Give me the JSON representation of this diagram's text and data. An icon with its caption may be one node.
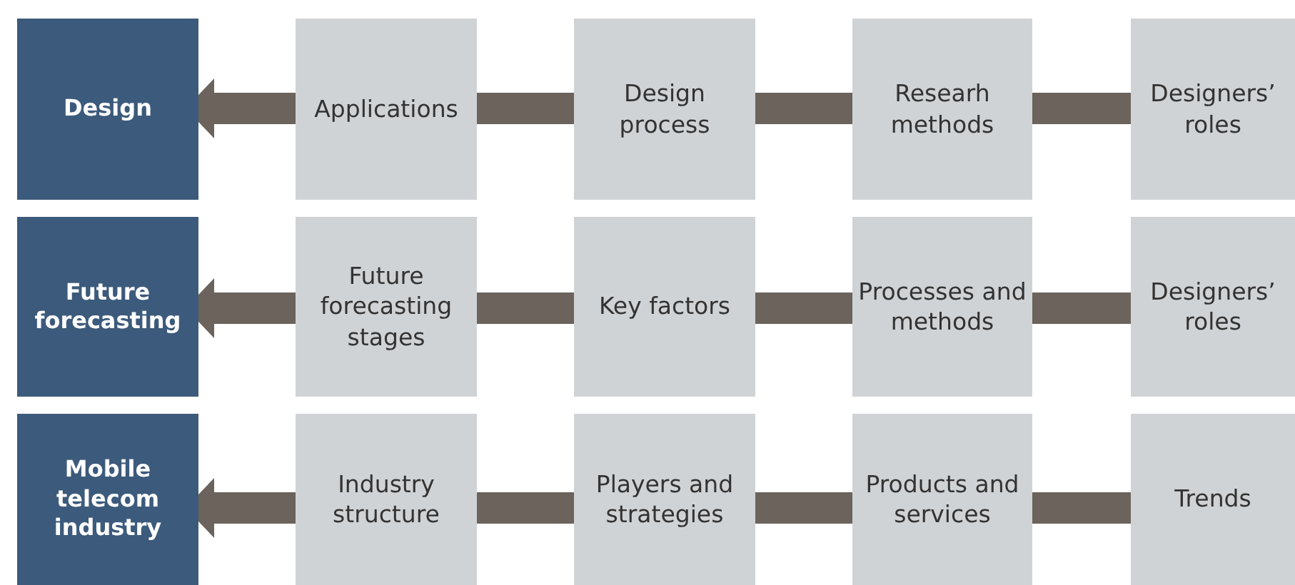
{
  "diagram": {
    "nodes": [
      {
        "text": [
          "Design"
        ]
      },
      {
        "text": [
          "Applications"
        ]
      },
      {
        "text": [
          "Design process"
        ]
      },
      {
        "text": [
          "Researh methods"
        ]
      },
      {
        "text": [
          "Designers’ roles"
        ]
      },
      {
        "text": [
          "Future forecasting"
        ]
      },
      {
        "text": [
          "Future forecasting stages"
        ]
      },
      {
        "text": [
          "Key factors"
        ]
      },
      {
        "text": [
          "Processes and methods"
        ]
      },
      {
        "text": [
          "Designers’ roles"
        ]
      },
      {
        "text": [
          "Mobile telecom industry"
        ]
      },
      {
        "text": [
          "Industry structure"
        ]
      },
      {
        "text": [
          "Players and strategies"
        ]
      },
      {
        "text": [
          "Products and services"
        ]
      },
      {
        "text": [
          "Trends"
        ]
      }
    ],
    "edges": [
      {
        "from": 1,
        "to": 0,
        "arrow": "to"
      },
      {
        "from": 2,
        "to": 1,
        "arrow": "none"
      },
      {
        "from": 3,
        "to": 2,
        "arrow": "none"
      },
      {
        "from": 4,
        "to": 3,
        "arrow": "none"
      },
      {
        "from": 6,
        "to": 5,
        "arrow": "to"
      },
      {
        "from": 7,
        "to": 6,
        "arrow": "none"
      },
      {
        "from": 8,
        "to": 7,
        "arrow": "none"
      },
      {
        "from": 9,
        "to": 8,
        "arrow": "none"
      },
      {
        "from": 11,
        "to": 10,
        "arrow": "to"
      },
      {
        "from": 12,
        "to": 11,
        "arrow": "none"
      },
      {
        "from": 13,
        "to": 12,
        "arrow": "none"
      },
      {
        "from": 14,
        "to": 13,
        "arrow": "none"
      }
    ]
  }
}
